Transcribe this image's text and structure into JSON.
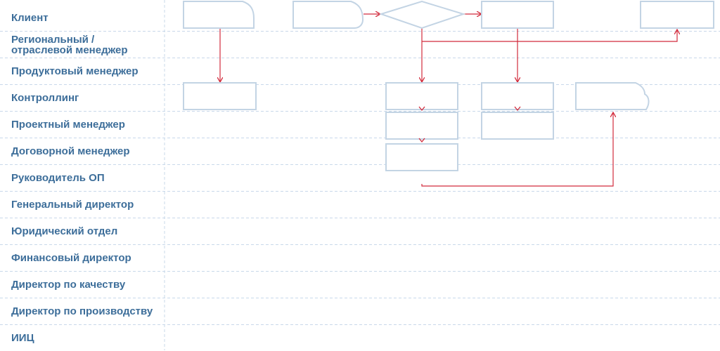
{
  "swimlanes": {
    "roles": [
      "Клиент",
      "Региональный /\nотраслевой менеджер",
      "Продуктовый менеджер",
      "Контроллинг",
      "Проектный менеджер",
      "Договорной менеджер",
      "Руководитель ОП",
      "Генеральный директор",
      "Юридический отдел",
      "Финансовый директор",
      "Директор по качеству",
      "Директор по производству",
      "ИИЦ"
    ]
  },
  "colors": {
    "label": "#3d6e9a",
    "shape_stroke": "#c3d4e4",
    "grid": "#c8d8ea",
    "connector": "#d22b3c"
  }
}
